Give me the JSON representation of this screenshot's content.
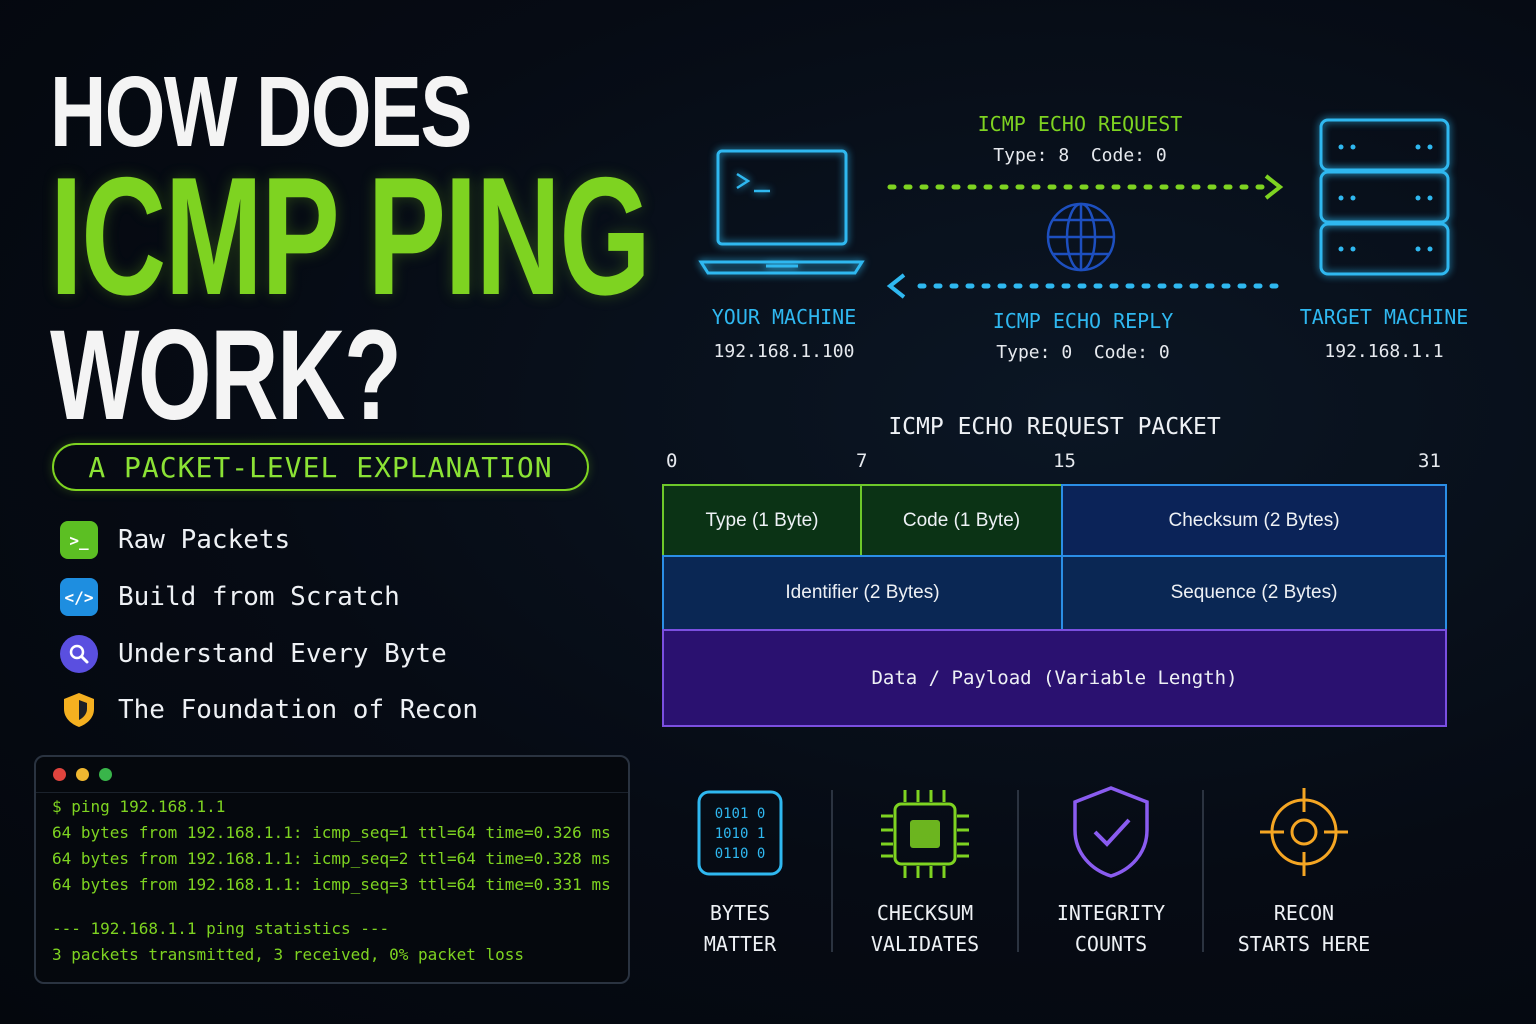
{
  "title": {
    "line1": "HOW DOES",
    "line2": "ICMP PING",
    "line3": "WORK?"
  },
  "subtitle": "A PACKET-LEVEL EXPLANATION",
  "features": [
    {
      "icon": "terminal-icon",
      "label": "Raw Packets"
    },
    {
      "icon": "code-icon",
      "label": "Build from Scratch"
    },
    {
      "icon": "magnifier-icon",
      "label": "Understand Every Byte"
    },
    {
      "icon": "shield-icon",
      "label": "The Foundation of Recon"
    }
  ],
  "terminal": {
    "lines": [
      "$ ping 192.168.1.1",
      "64 bytes from 192.168.1.1: icmp_seq=1 ttl=64 time=0.326 ms",
      "64 bytes from 192.168.1.1: icmp_seq=2 ttl=64 time=0.328 ms",
      "64 bytes from 192.168.1.1: icmp_seq=3 ttl=64 time=0.331 ms",
      "--- 192.168.1.1 ping statistics ---",
      "3 packets transmitted, 3 received, 0% packet loss"
    ]
  },
  "diagram": {
    "your_machine": {
      "label": "YOUR MACHINE",
      "ip": "192.168.1.100"
    },
    "target_machine": {
      "label": "TARGET MACHINE",
      "ip": "192.168.1.1"
    },
    "request": {
      "label": "ICMP ECHO REQUEST",
      "detail": "Type: 8  Code: 0"
    },
    "reply": {
      "label": "ICMP ECHO REPLY",
      "detail": "Type: 0  Code: 0"
    }
  },
  "packet": {
    "title": "ICMP ECHO REQUEST PACKET",
    "bits": [
      "0",
      "7",
      "15",
      "31"
    ],
    "fields": {
      "type": "Type (1 Byte)",
      "code": "Code (1 Byte)",
      "checksum": "Checksum (2 Bytes)",
      "identifier": "Identifier (2 Bytes)",
      "sequence": "Sequence (2 Bytes)",
      "data": "Data / Payload (Variable Length)"
    }
  },
  "bottom": [
    {
      "icon": "binary-icon",
      "line1": "BYTES",
      "line2": "MATTER"
    },
    {
      "icon": "chip-icon",
      "line1": "CHECKSUM",
      "line2": "VALIDATES"
    },
    {
      "icon": "shield-check-icon",
      "line1": "INTEGRITY",
      "line2": "COUNTS"
    },
    {
      "icon": "crosshair-icon",
      "line1": "RECON",
      "line2": "STARTS HERE"
    }
  ],
  "colors": {
    "accent_green": "#7ed321",
    "accent_cyan": "#2fb8f0",
    "accent_purple": "#7b4fe0",
    "accent_orange": "#f5a623",
    "background": "#050a12"
  }
}
